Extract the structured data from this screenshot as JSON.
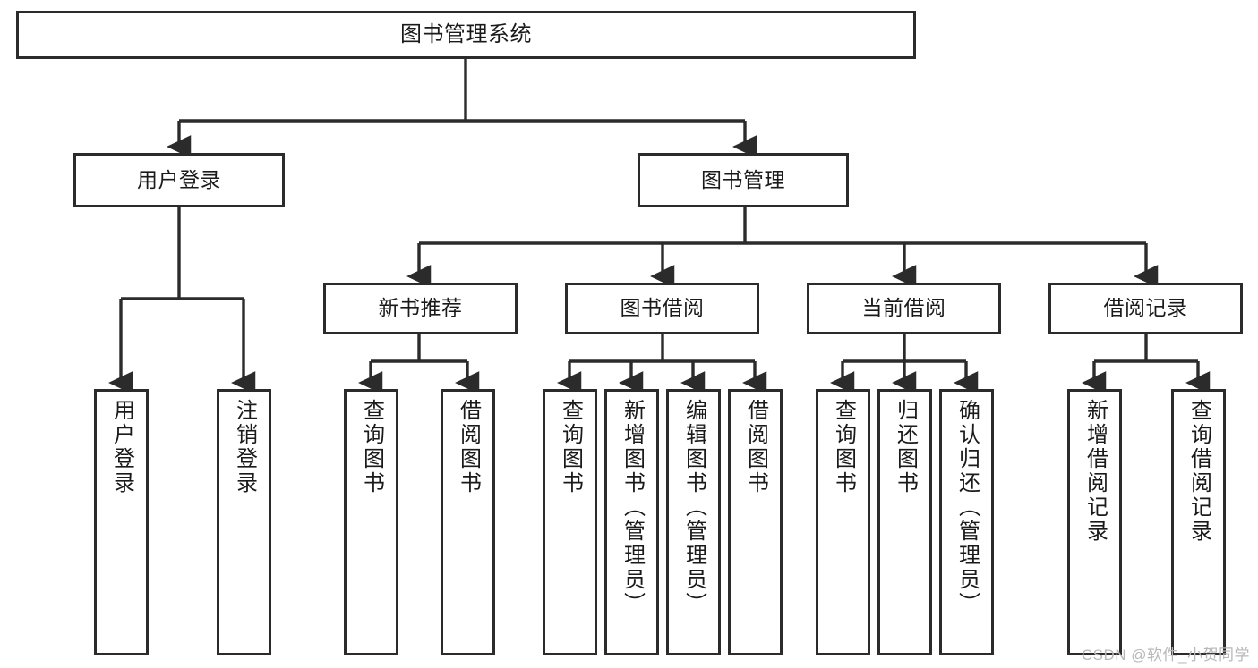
{
  "diagram": {
    "title": "图书管理系统",
    "type": "tree-hierarchy-chart",
    "root": {
      "id": "root",
      "label": "图书管理系统"
    },
    "level2": [
      {
        "id": "user-login",
        "label": "用户登录"
      },
      {
        "id": "book-management",
        "label": "图书管理"
      }
    ],
    "level3": [
      {
        "id": "new-book-recommend",
        "label": "新书推荐",
        "parent": "book-management"
      },
      {
        "id": "book-borrow",
        "label": "图书借阅",
        "parent": "book-management"
      },
      {
        "id": "current-borrow",
        "label": "当前借阅",
        "parent": "book-management"
      },
      {
        "id": "borrow-record",
        "label": "借阅记录",
        "parent": "book-management"
      }
    ],
    "leaves": [
      {
        "id": "leaf-user-login",
        "label": "用户登录",
        "parent": "user-login"
      },
      {
        "id": "leaf-logout-login",
        "label": "注销登录",
        "parent": "user-login"
      },
      {
        "id": "leaf-query-book-1",
        "label": "查询图书",
        "parent": "new-book-recommend"
      },
      {
        "id": "leaf-borrow-book-1",
        "label": "借阅图书",
        "parent": "new-book-recommend"
      },
      {
        "id": "leaf-query-book-2",
        "label": "查询图书",
        "parent": "book-borrow"
      },
      {
        "id": "leaf-add-book",
        "label": "新增图书（管理员）",
        "parent": "book-borrow"
      },
      {
        "id": "leaf-edit-book",
        "label": "编辑图书（管理员）",
        "parent": "book-borrow"
      },
      {
        "id": "leaf-borrow-book-2",
        "label": "借阅图书",
        "parent": "book-borrow"
      },
      {
        "id": "leaf-query-book-3",
        "label": "查询图书",
        "parent": "current-borrow"
      },
      {
        "id": "leaf-return-book",
        "label": "归还图书",
        "parent": "current-borrow"
      },
      {
        "id": "leaf-confirm-return",
        "label": "确认归还（管理员）",
        "parent": "current-borrow"
      },
      {
        "id": "leaf-add-borrow-record",
        "label": "新增借阅记录",
        "parent": "borrow-record"
      },
      {
        "id": "leaf-query-borrow-record",
        "label": "查询借阅记录",
        "parent": "borrow-record"
      }
    ],
    "colors": {
      "stroke": "#2b2b2b",
      "box_fill": "#ffffff",
      "text": "#1a1a1a",
      "watermark": "#b8b8b8",
      "background": "#ffffff"
    }
  },
  "watermark": {
    "text": "CSDN @软件_小贺同学"
  }
}
